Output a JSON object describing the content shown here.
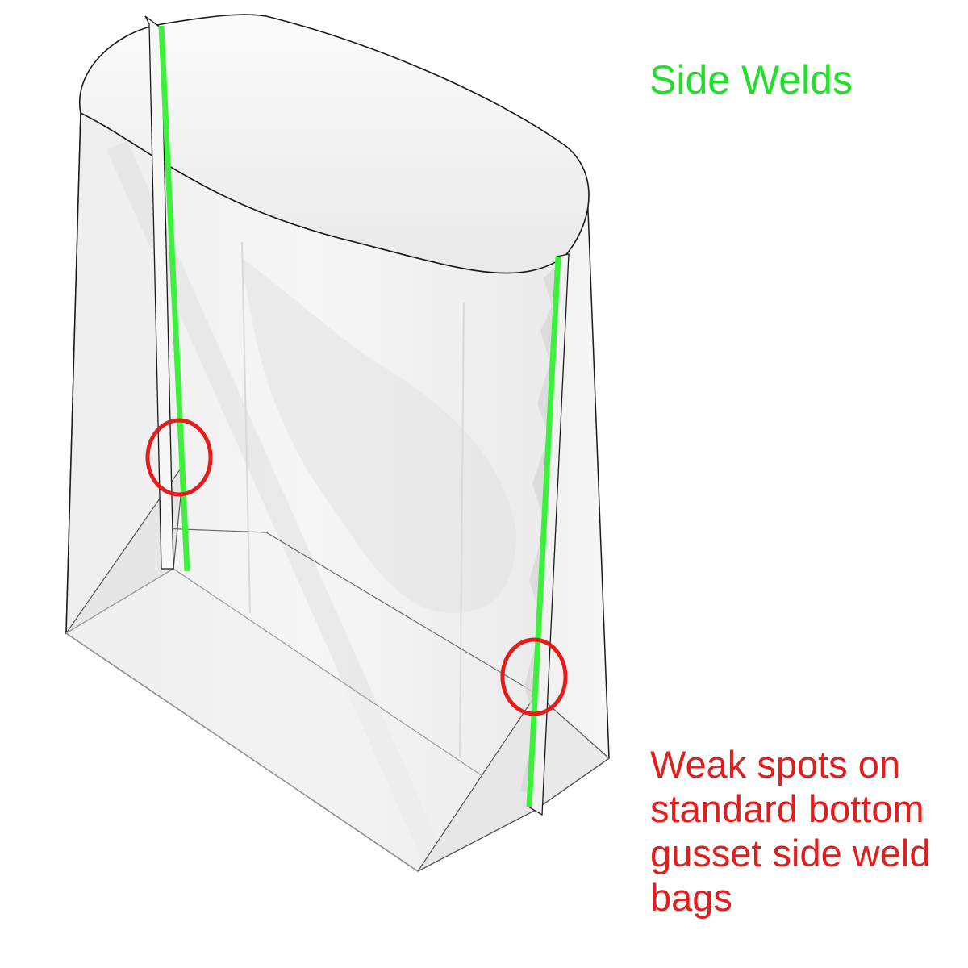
{
  "title": {
    "text": "Side Welds",
    "color": "#22e02a"
  },
  "caption": {
    "lines": [
      "Weak spots on",
      "standard bottom",
      "gusset side weld",
      "bags"
    ],
    "color": "#e01e1e"
  },
  "colors": {
    "weld": "#3cf03c",
    "marker": "#e51c1c",
    "outline": "#1a1a1a",
    "film": "#f2f2f2",
    "film_shade": "#e4e4e4",
    "interior": "#ececec"
  },
  "diagram": {
    "subject": "standard bottom gusset side weld bag",
    "weld_count": 2,
    "weak_spot_count": 2
  }
}
